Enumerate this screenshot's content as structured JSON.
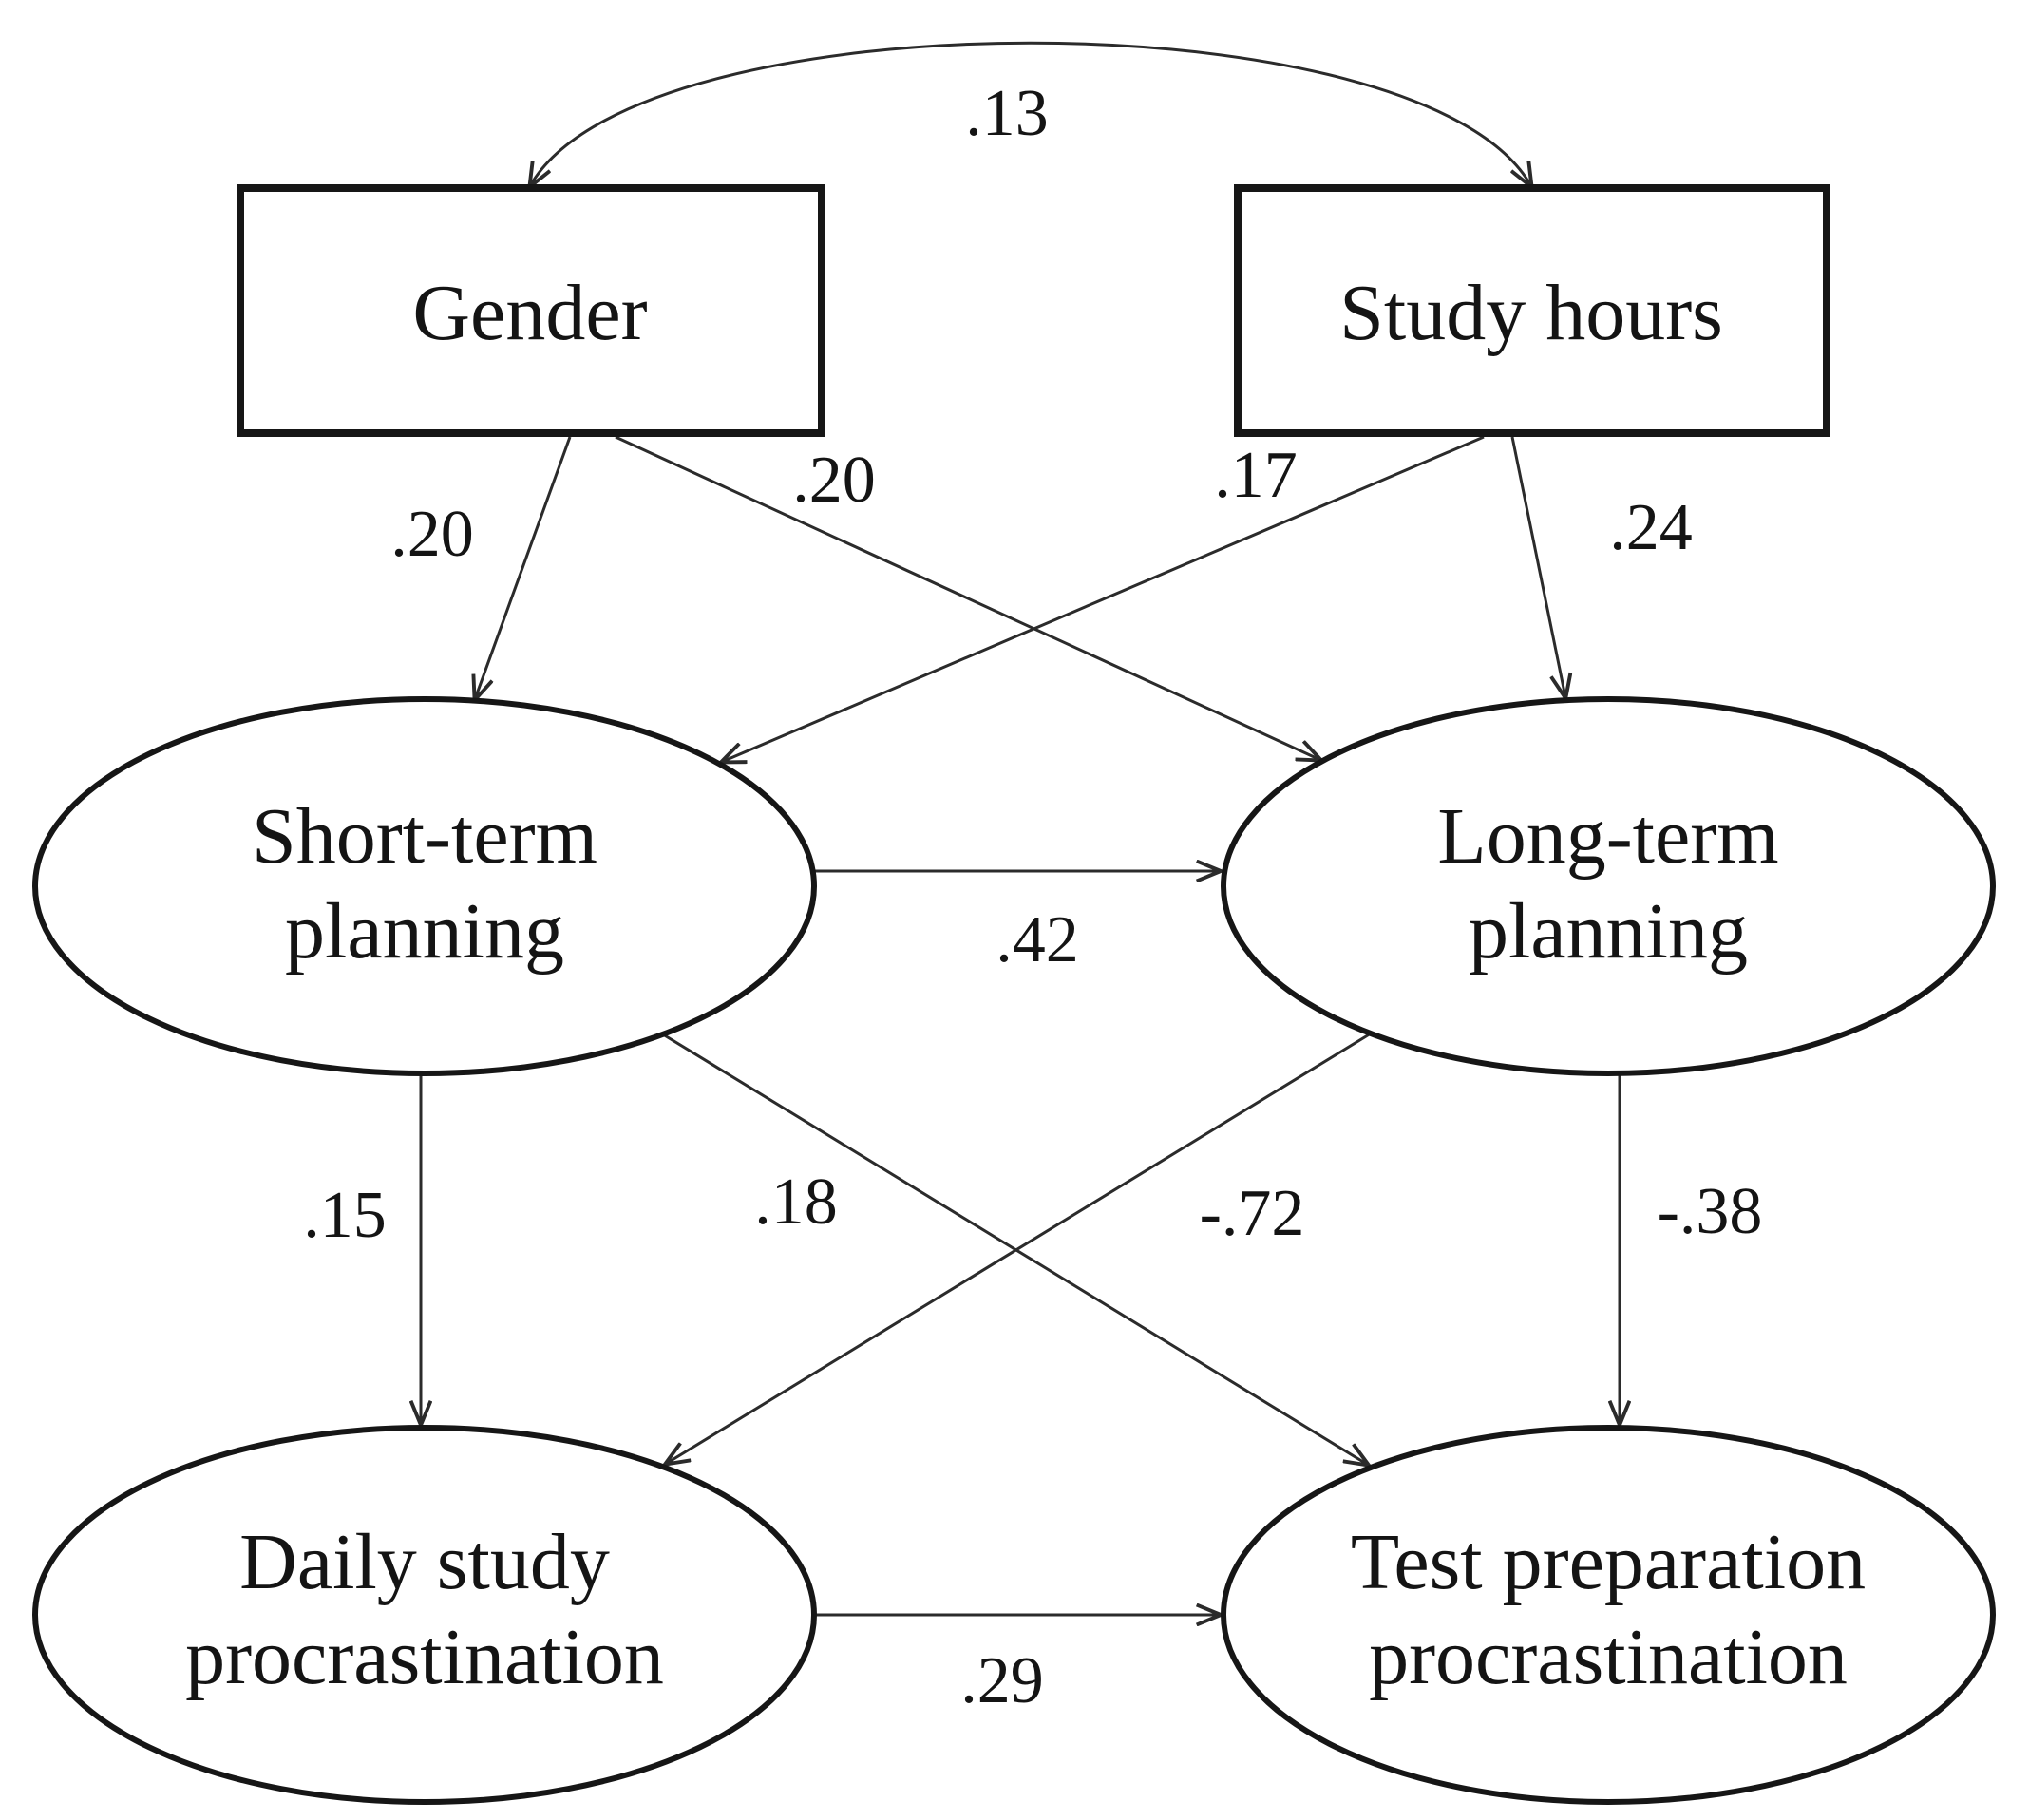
{
  "diagram": {
    "description": "Path model linking gender and study hours to planning and procrastination",
    "background_color": "#ffffff",
    "line_color": "#2b2b2b",
    "shape_border_color": "#161616",
    "text_color": "#141414",
    "nodes": {
      "gender": {
        "label": "Gender",
        "shape": "rectangle",
        "role": "observed-variable"
      },
      "study_hours": {
        "label": "Study hours",
        "shape": "rectangle",
        "role": "observed-variable"
      },
      "short_term_planning": {
        "lines": [
          "Short-term",
          "planning"
        ],
        "shape": "ellipse",
        "role": "latent-variable"
      },
      "long_term_planning": {
        "lines": [
          "Long-term",
          "planning"
        ],
        "shape": "ellipse",
        "role": "latent-variable"
      },
      "daily_study_procrastination": {
        "lines": [
          "Daily study",
          "procrastination"
        ],
        "shape": "ellipse",
        "role": "latent-variable"
      },
      "test_preparation_procrastination": {
        "lines": [
          "Test preparation",
          "procrastination"
        ],
        "shape": "ellipse",
        "role": "latent-variable"
      }
    },
    "edges": {
      "gender_study_hours": {
        "from": "gender",
        "to": "study_hours",
        "label": ".13",
        "value": 0.13,
        "style": "curved-double-headed"
      },
      "gender_short_term": {
        "from": "gender",
        "to": "short_term_planning",
        "label": ".20",
        "value": 0.2,
        "style": "directed"
      },
      "gender_long_term": {
        "from": "gender",
        "to": "long_term_planning",
        "label": ".20",
        "value": 0.2,
        "style": "directed"
      },
      "study_hours_short_term": {
        "from": "study_hours",
        "to": "short_term_planning",
        "label": ".17",
        "value": 0.17,
        "style": "directed"
      },
      "study_hours_long_term": {
        "from": "study_hours",
        "to": "long_term_planning",
        "label": ".24",
        "value": 0.24,
        "style": "directed"
      },
      "short_term_long_term": {
        "from": "short_term_planning",
        "to": "long_term_planning",
        "label": ".42",
        "value": 0.42,
        "style": "directed"
      },
      "short_term_daily": {
        "from": "short_term_planning",
        "to": "daily_study_procrastination",
        "label": ".15",
        "value": 0.15,
        "style": "directed"
      },
      "short_term_test_prep": {
        "from": "short_term_planning",
        "to": "test_preparation_procrastination",
        "label": ".18",
        "value": 0.18,
        "style": "directed"
      },
      "long_term_daily": {
        "from": "long_term_planning",
        "to": "daily_study_procrastination",
        "label": "-.72",
        "value": -0.72,
        "style": "directed"
      },
      "long_term_test_prep": {
        "from": "long_term_planning",
        "to": "test_preparation_procrastination",
        "label": "-.38",
        "value": -0.38,
        "style": "directed"
      },
      "daily_test_prep": {
        "from": "daily_study_procrastination",
        "to": "test_preparation_procrastination",
        "label": ".29",
        "value": 0.29,
        "style": "directed"
      }
    }
  }
}
